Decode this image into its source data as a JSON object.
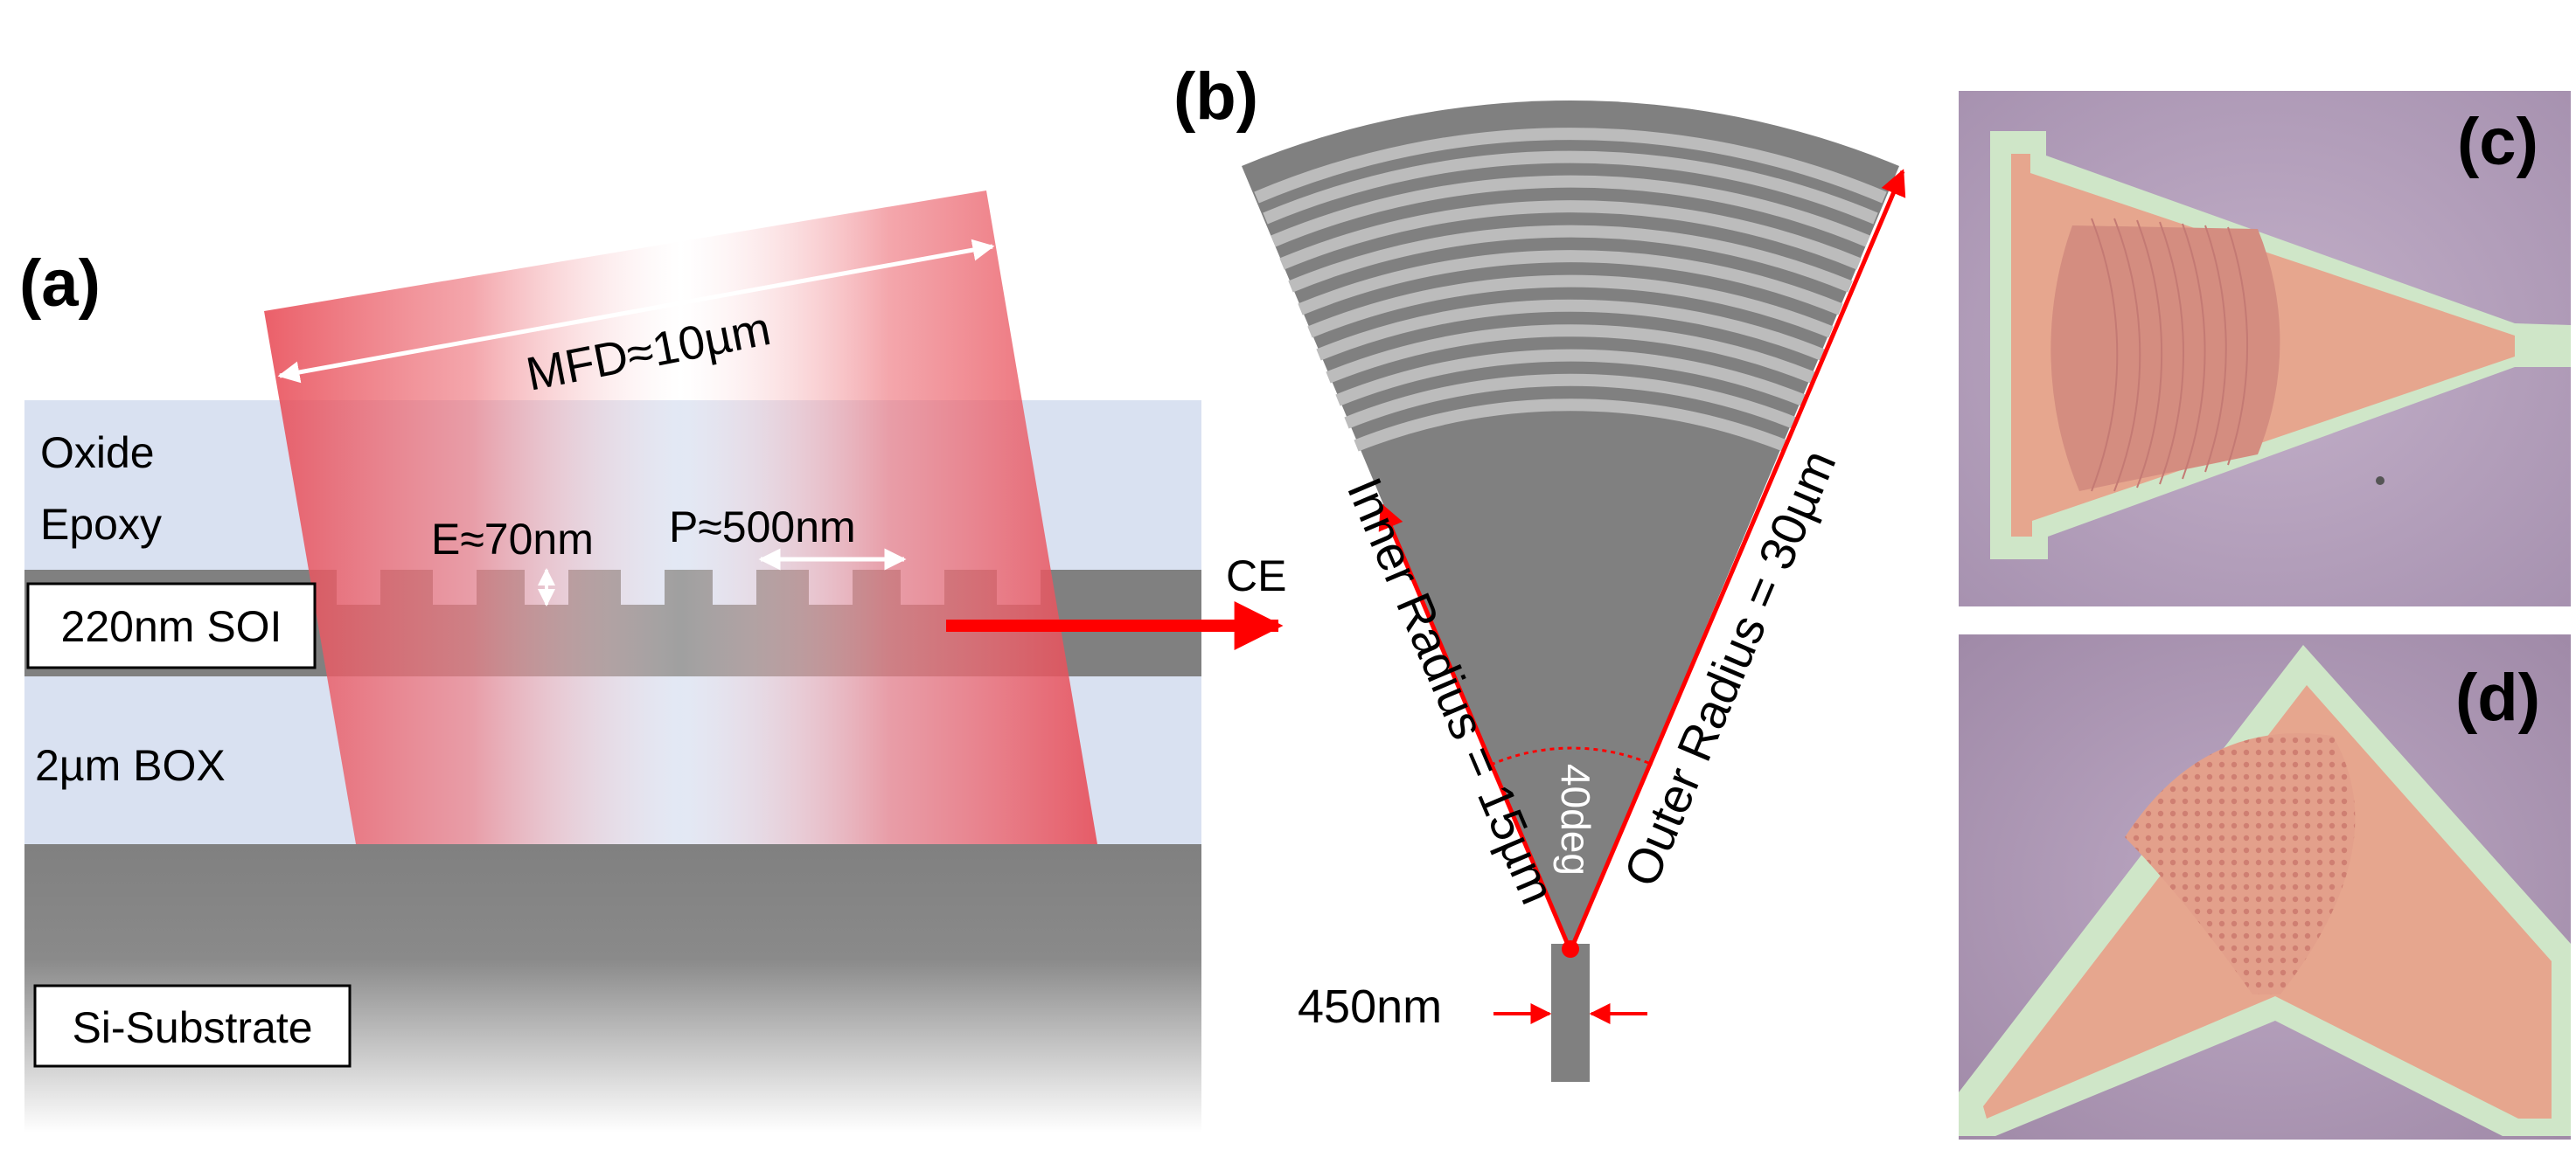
{
  "panels": {
    "a": {
      "label": "(a)",
      "mfd": "MFD≈10µm",
      "oxide_line1": "Oxide",
      "oxide_line2": "Epoxy",
      "etch": "E≈70nm",
      "period": "P≈500nm",
      "soi": "220nm SOI",
      "box": "2µm BOX",
      "substrate": "Si-Substrate",
      "ce": "CE"
    },
    "b": {
      "label": "(b)",
      "inner_radius": "Inner Radius = 15µm",
      "outer_radius": "Outer Radius = 30µm",
      "angle": "40deg",
      "width": "450nm"
    },
    "c": {
      "label": "(c)"
    },
    "d": {
      "label": "(d)"
    }
  },
  "colors": {
    "oxide": "#d9e1f1",
    "silicon": "#808080",
    "grating_light": "#bcbcbc",
    "beam": "#e84a55",
    "arrow": "#ff0000",
    "photo_background": "#b7a2bf",
    "photo_frame": "#cfe6c8",
    "photo_pad": "#e6a68e"
  }
}
